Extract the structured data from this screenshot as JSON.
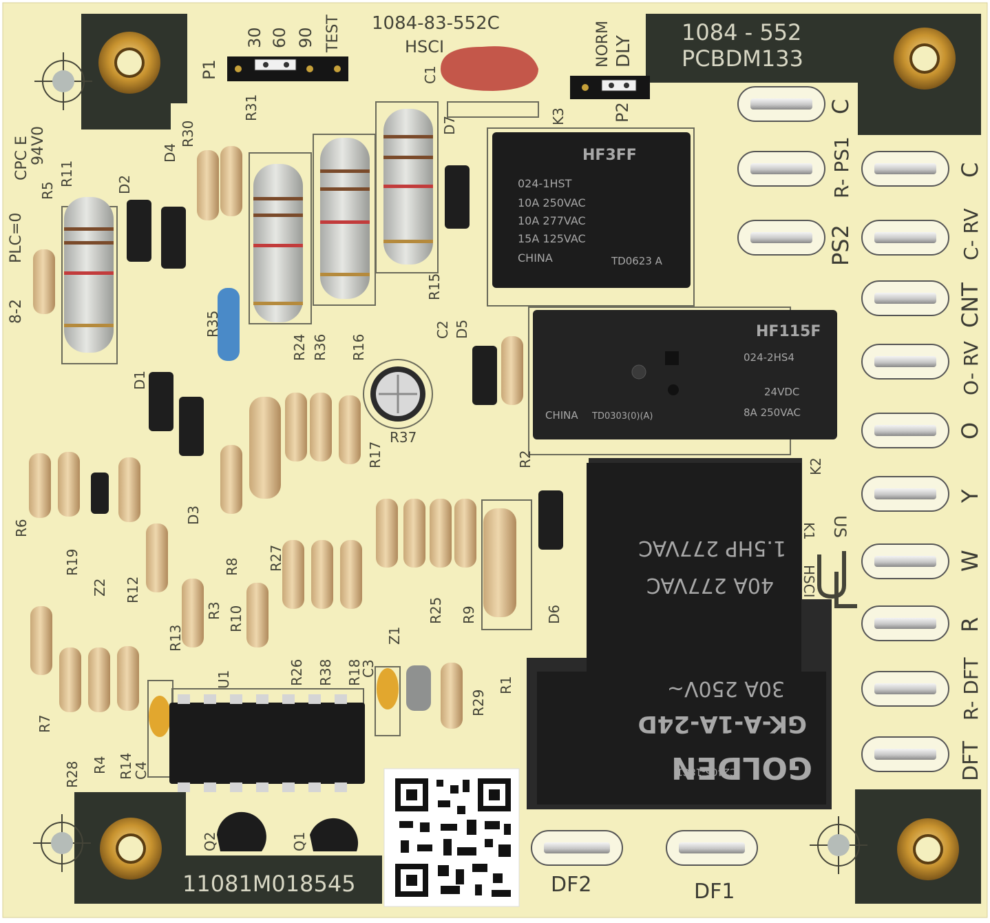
{
  "board": {
    "colors": {
      "pcb": "#f4efbe",
      "mask_dark": "#2f342c",
      "mask_text": "#d8d7c4",
      "silk": "#444438",
      "brass": "#c8932f",
      "relay_black": "#1c1c1c",
      "relay_text": "#a8a8a8"
    },
    "part_number_top": "1084-83-552C",
    "hsci_label": "HSCI",
    "corner_label_line1": "1084 - 552",
    "corner_label_line2": "PCBDM133",
    "serial": "11081M018545",
    "side_markings": {
      "cpc": "CPC E",
      "grade": "94V0",
      "plc": "PLC=0",
      "rev": "8-2"
    },
    "jumper_p1": {
      "label": "P1",
      "options": [
        "30",
        "60",
        "90",
        "TEST"
      ]
    },
    "jumper_p2": {
      "label": "P2",
      "options": [
        "NORM",
        "DLY"
      ]
    },
    "terminal_labels": {
      "c_top": "C",
      "r_ps1": "R- PS1",
      "c": "C",
      "ps2": "PS2",
      "c_rv": "C- RV",
      "cnt": "CNT",
      "o_rv": "O- RV",
      "o": "O",
      "y": "Y",
      "w": "W",
      "r": "R",
      "r_dft": "R- DFT",
      "dft": "DFT",
      "df2": "DF2",
      "df1": "DF1"
    },
    "relay_k3": {
      "ref": "K3",
      "brand": "HF3FF",
      "model": "024-1HST",
      "rating1": "10A 250VAC",
      "rating2": "10A 277VAC",
      "rating3": "15A 125VAC",
      "origin": "CHINA",
      "code": "TD0623 A"
    },
    "relay_k2": {
      "ref": "K2",
      "brand": "HF115F",
      "model": "024-2HS4",
      "coil": "24VDC",
      "rating": "8A 250VAC",
      "origin": "CHINA",
      "code": "TD0303(0)(A)"
    },
    "relay_k1": {
      "ref": "K1",
      "brand": "GOLDEN",
      "model": "GK-A-1A-24D",
      "rating1": "30A 250V~",
      "rating2": "40A 277VAC",
      "rating3": "1.5HP 277VAC",
      "code": "C2405-18C1",
      "hsci": "HSCI",
      "us": "US"
    },
    "ref_labels": {
      "r5": "R5",
      "r11": "R11",
      "d2": "D2",
      "d4": "D4",
      "r30": "R30",
      "r31": "R31",
      "c1": "C1",
      "d7": "D7",
      "r15": "R15",
      "r35": "R35",
      "r24": "R24",
      "r36": "R36",
      "r16": "R16",
      "c2": "C2",
      "d5": "D5",
      "d1": "D1",
      "d3": "D3",
      "r17": "R17",
      "r37": "R37",
      "r2": "R2",
      "r6": "R6",
      "r19": "R19",
      "z2": "Z2",
      "r12": "R12",
      "r8": "R8",
      "r13": "R13",
      "r3": "R3",
      "r10": "R10",
      "r27": "R27",
      "z1": "Z1",
      "r25": "R25",
      "r9": "R9",
      "d6": "D6",
      "r1": "R1",
      "r7": "R7",
      "u1": "U1",
      "r26": "R26",
      "r38": "R38",
      "r18": "R18",
      "c3": "C3",
      "r29": "R29",
      "r28": "R28",
      "r4": "R4",
      "r14": "R14",
      "c4": "C4",
      "q2": "Q2",
      "q1": "Q1"
    }
  }
}
